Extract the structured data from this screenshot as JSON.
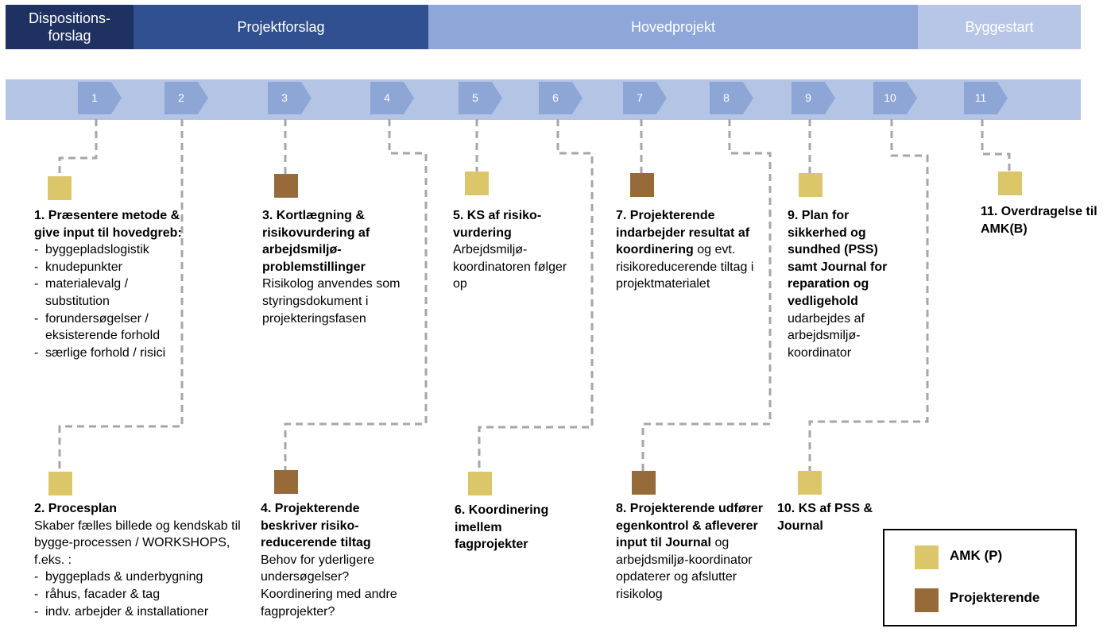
{
  "phases": [
    "Dispositions-\nforslag",
    "Projektforslag",
    "Hovedprojekt",
    "Byggestart"
  ],
  "steps": [
    "1",
    "2",
    "3",
    "4",
    "5",
    "6",
    "7",
    "8",
    "9",
    "10",
    "11"
  ],
  "colors": {
    "amk": "#dcc66a",
    "projekterende": "#976a3a",
    "connector": "#a6a6a6"
  },
  "boxes": {
    "b1": {
      "bold": "1. Præsentere metode & give input til hovedgreb:",
      "items": [
        "byggepladslogistik",
        "knudepunkter",
        "materialevalg / substitution",
        "forundersøgelser / eksisterende forhold",
        "særlige forhold / risici"
      ]
    },
    "b2": {
      "bold": "2. Procesplan",
      "text": "Skaber fælles billede og kendskab til bygge-processen / WORKSHOPS, f.eks. :",
      "items": [
        "byggeplads & underbygning",
        "råhus, facader & tag",
        "indv. arbejder & installationer"
      ]
    },
    "b3": {
      "bold": "3. Kortlægning & risikovurdering af arbejdsmiljø-problemstillinger",
      "text": "Risikolog anvendes som styringsdokument i projekteringsfasen"
    },
    "b4": {
      "bold": "4. Projekterende beskriver risiko-reducerende tiltag",
      "text": "Behov for yderligere undersøgelser? Koordinering med andre fagprojekter?"
    },
    "b5": {
      "bold": "5. KS af risiko-vurdering",
      "text": "Arbejdsmiljø-koordinatoren følger op"
    },
    "b6": {
      "bold": "6. Koordinering imellem fagprojekter"
    },
    "b7": {
      "bold": "7. Projekterende indarbejder resultat af koordinering",
      "text": "og evt. risikoreducerende tiltag i projektmaterialet"
    },
    "b8": {
      "bold": "8. Projekterende udfører egenkontrol & afleverer input til Journal",
      "text": "og arbejdsmiljø-koordinator opdaterer og afslutter risikolog"
    },
    "b9": {
      "bold": "9. Plan for sikkerhed og sundhed (PSS) samt Journal for reparation og vedligehold",
      "text": "udarbejdes af arbejdsmiljø-koordinator"
    },
    "b10": {
      "bold": "10. KS af PSS & Journal"
    },
    "b11": {
      "bold": "11. Overdragelse til AMK(B)"
    }
  },
  "legend": {
    "amk": "AMK (P)",
    "projekterende": "Projekterende"
  }
}
